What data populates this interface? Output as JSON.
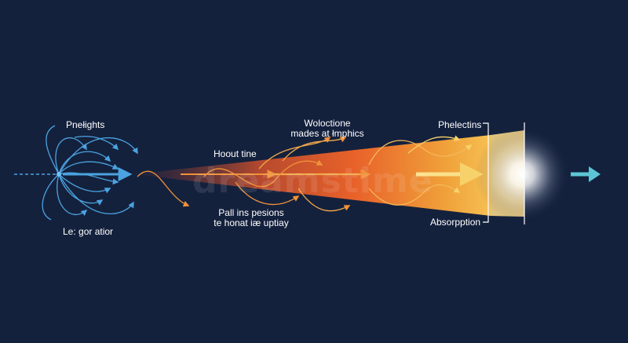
{
  "labels": {
    "source_top": "Pnełights",
    "source_bottom": "Le: gor atior",
    "mid_top": "Hoout tine",
    "mid_bottom_1": "Pall ins pesions",
    "mid_bottom_2": "te honat iæ uptiay",
    "wave_1": "Woloctione",
    "wave_2": "mades at łmphics",
    "right_top": "Phelectins",
    "right_bottom": "Absorpption"
  },
  "watermark": "dreamstime",
  "colors": {
    "background": "#14213d",
    "blue_rays": "#4aa3e0",
    "beam_start": "#3a2a4a",
    "beam_mid": "#e8622a",
    "beam_end": "#f7c24a",
    "output_arrow": "#5cc6d6"
  }
}
